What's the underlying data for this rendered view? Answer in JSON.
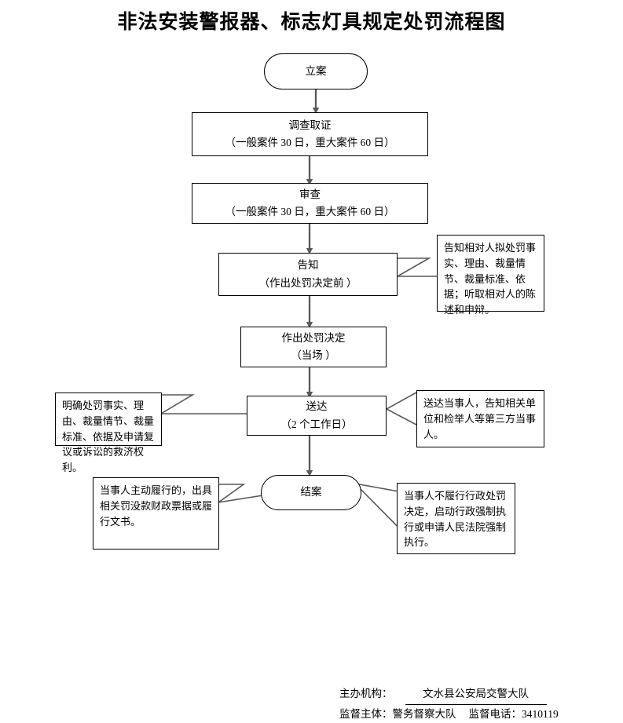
{
  "title": "非法安装警报器、标志灯具规定处罚流程图",
  "flow": {
    "nodes": [
      {
        "id": "liuan",
        "shape": "terminal",
        "line1": "立案",
        "line2": ""
      },
      {
        "id": "diaocha",
        "shape": "process",
        "line1": "调查取证",
        "line2": "（一般案件 30 日，重大案件 60 日）"
      },
      {
        "id": "shencha",
        "shape": "process",
        "line1": "审查",
        "line2": "（一般案件 30 日，重大案件 60 日）"
      },
      {
        "id": "gaozhi",
        "shape": "process",
        "line1": "告知",
        "line2": "（作出处罚决定前 ）"
      },
      {
        "id": "zuochu",
        "shape": "process",
        "line1": "作出处罚决定",
        "line2": "（当场 ）"
      },
      {
        "id": "songda",
        "shape": "process",
        "line1": "送达",
        "line2": "（2 个工作日）"
      },
      {
        "id": "jiean",
        "shape": "terminal",
        "line1": "结案",
        "line2": ""
      }
    ],
    "notes": [
      {
        "id": "note-gaozhi-right",
        "attached_to": "gaozhi",
        "side": "right",
        "text": "告知相对人拟处罚事实、理由、裁量情节、裁量标准、依据；听取相对人的陈述和申辩。"
      },
      {
        "id": "note-songda-left",
        "attached_to": "songda",
        "side": "left",
        "text": "明确处罚事实、理由、裁量情节、裁量标准、依据及申请复议或诉讼的救济权利。"
      },
      {
        "id": "note-songda-right",
        "attached_to": "songda",
        "side": "right",
        "text": "送达当事人，告知相关单位和检举人等第三方当事人。"
      },
      {
        "id": "note-jiean-left",
        "attached_to": "jiean",
        "side": "left",
        "text": "当事人主动履行的，出具相关罚没款财政票据或履行文书。"
      },
      {
        "id": "note-jiean-right",
        "attached_to": "jiean",
        "side": "right",
        "text": "当事人不履行行政处罚决定，启动行政强制执行或申请人民法院强制执行。"
      }
    ]
  },
  "footer": {
    "organizer_label": "主办机构：",
    "organizer_value": "文水县公安局交警大队",
    "supervisor_label": "监督主体：",
    "supervisor_value": "警务督察大队",
    "phone_label": "监督电话：",
    "phone_value": "3410119"
  },
  "colors": {
    "stroke": "#000000",
    "connector": "#595959",
    "background": "#ffffff"
  }
}
